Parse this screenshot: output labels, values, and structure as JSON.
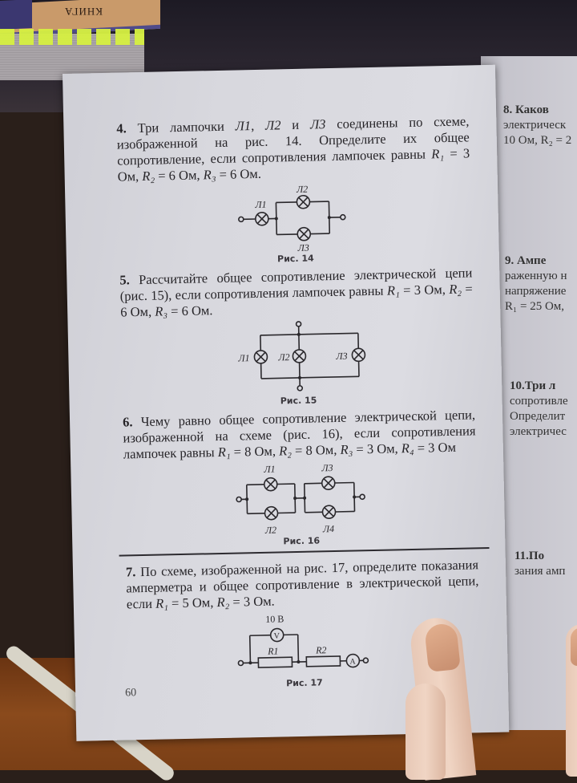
{
  "page": {
    "number": "60",
    "problems": [
      {
        "num": "4.",
        "text_parts": [
          "Три лампочки ",
          "Л1",
          ", ",
          "Л2",
          " и ",
          "Л3",
          " соединены по схеме, изображенной на рис. 14. Определите их общее сопротивление, если сопротивления лампочек равны ",
          "R₁",
          " = 3 Ом, ",
          "R₂",
          " = 6 Ом, ",
          "R₃",
          " = 6 Ом."
        ],
        "figure": {
          "caption": "Рис. 14",
          "labels": [
            "Л1",
            "Л2",
            "Л3"
          ]
        }
      },
      {
        "num": "5.",
        "text_parts": [
          "Рассчитайте общее сопротивление электрической цепи (рис. 15), если сопротивления лампочек равны ",
          "R₁",
          " = 3 Ом, ",
          "R₂",
          " = 6 Ом, ",
          "R₃",
          " = 6 Ом."
        ],
        "figure": {
          "caption": "Рис. 15",
          "labels": [
            "Л1",
            "Л2",
            "Л3"
          ]
        }
      },
      {
        "num": "6.",
        "text_parts": [
          "Чему равно общее сопротивление электрической цепи, изображенной на схеме (рис. 16), если сопротивления лампочек равны ",
          "R₁",
          " = 8 Ом, ",
          "R₂",
          " = 8 Ом, ",
          "R₃",
          " = 3 Ом, ",
          "R₄",
          " = 3 Ом"
        ],
        "figure": {
          "caption": "Рис. 16",
          "labels": [
            "Л1",
            "Л2",
            "Л3",
            "Л4"
          ]
        }
      },
      {
        "num": "7.",
        "text_parts": [
          "По схеме, изображенной на рис. 17, определите показания амперметра и общее сопротивление в электрической цепи, если ",
          "R₁",
          " = 5 Ом, ",
          "R₂",
          " = 3 Ом."
        ],
        "figure": {
          "caption": "Рис. 17",
          "voltmeter_reading": "10 В",
          "voltmeter_symbol": "V",
          "ammeter_symbol": "A",
          "labels": [
            "R1",
            "R2"
          ]
        }
      }
    ]
  },
  "right_page_fragments": [
    {
      "num": "8.",
      "lines": [
        "8. Каков",
        "электрическ",
        "10 Ом, R₂ = 2"
      ]
    },
    {
      "num": "9.",
      "lines": [
        "9. Ампе",
        "раженную н",
        "напряжение",
        "R₁ = 25 Ом,"
      ]
    },
    {
      "num": "10.",
      "lines": [
        "10.Три л",
        "сопротивле",
        "Определит",
        "электричес"
      ]
    },
    {
      "num": "11.",
      "lines": [
        "11.По",
        "зания амп"
      ]
    }
  ],
  "background": {
    "book_spine_text": "КНИГА"
  },
  "colors": {
    "paper": "#d8d8de",
    "ink": "#262428",
    "table": "#7a3f16",
    "book_tabs": "#d6f041",
    "book_cover": "#c99a6a",
    "book_band": "#4f4b8a"
  }
}
